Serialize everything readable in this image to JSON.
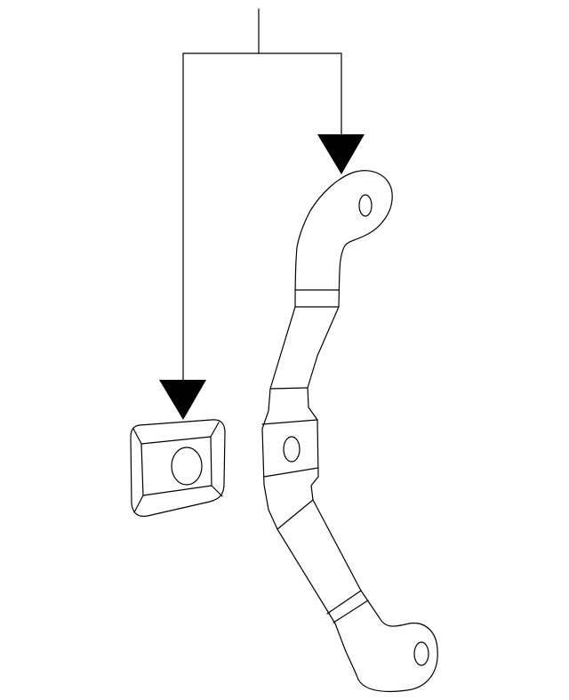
{
  "diagram": {
    "type": "exploded-parts-view",
    "colors": {
      "line": "#000000",
      "fill": "#ffffff",
      "arrow": "#000000"
    },
    "parts": [
      {
        "id": "stabilizer-bar",
        "icon": "stabilizer-bar-icon"
      },
      {
        "id": "bushing",
        "icon": "bushing-icon"
      }
    ],
    "callouts": [
      {
        "from": "callout-trunk",
        "to": "stabilizer-bar"
      },
      {
        "from": "callout-trunk",
        "to": "bushing"
      }
    ]
  }
}
